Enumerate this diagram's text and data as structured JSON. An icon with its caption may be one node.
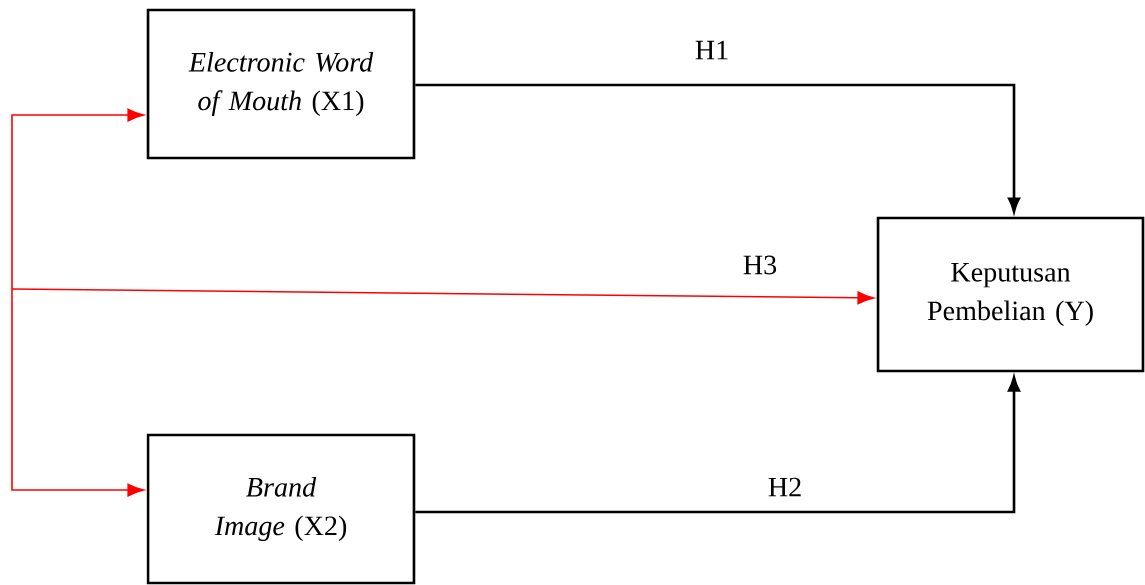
{
  "diagram": {
    "nodes": [
      {
        "text": [
          "*Electronic Word of Mouth* (X1)"
        ]
      },
      {
        "text": [
          "*Brand Image* (X2)"
        ]
      },
      {
        "text": [
          "Keputusan Pembelian (Y)"
        ]
      }
    ],
    "edges": [
      {
        "from": 0,
        "to": 2,
        "arrow": "to",
        "label": "H1",
        "color": "#000000"
      },
      {
        "from": 1,
        "to": 2,
        "arrow": "to",
        "label": "H2",
        "color": "#000000"
      },
      {
        "from": null,
        "to": 0,
        "arrow": "to",
        "color": "#ff0000"
      },
      {
        "from": null,
        "to": 1,
        "arrow": "to",
        "color": "#ff0000"
      },
      {
        "from": null,
        "to": 2,
        "arrow": "to",
        "label": "H3",
        "color": "#ff0000"
      }
    ]
  }
}
